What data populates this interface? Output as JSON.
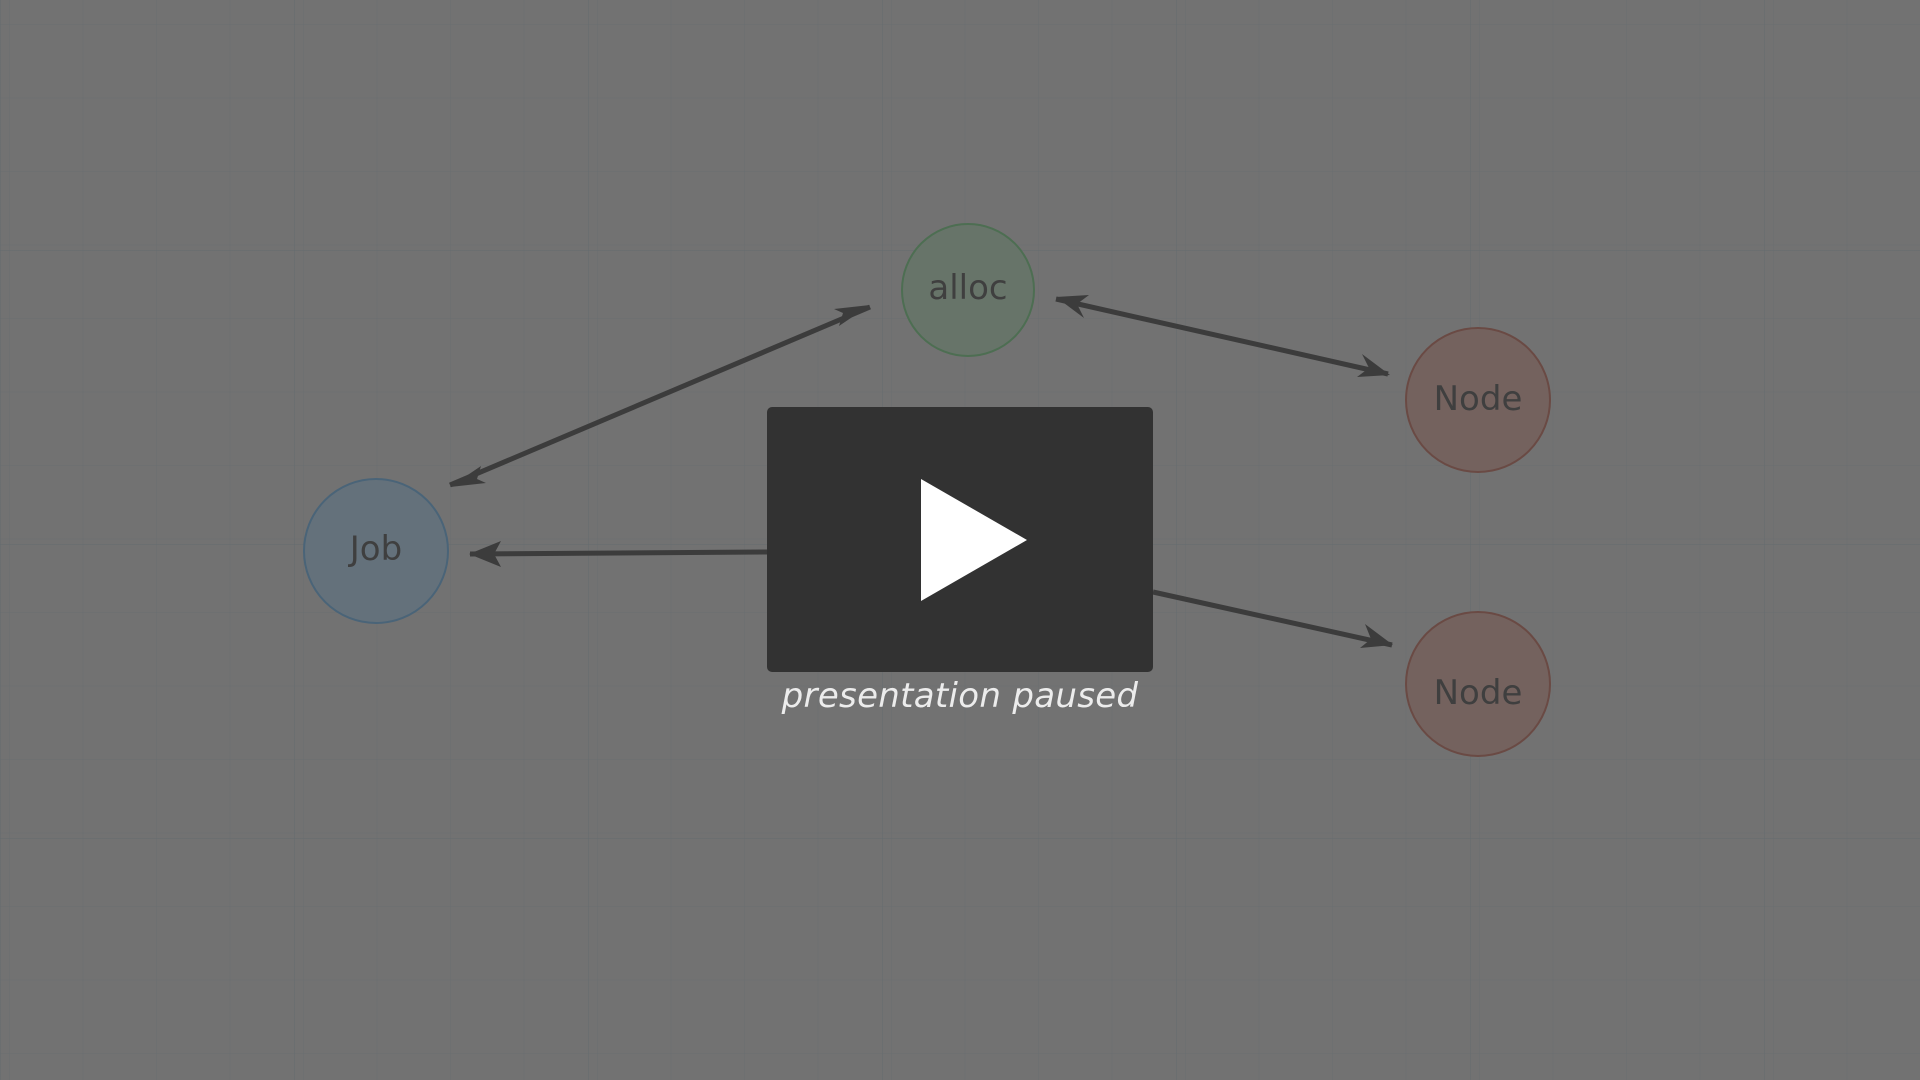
{
  "nodes": {
    "job": {
      "label": "Job",
      "fill": "#64717b",
      "stroke": "#4a6478"
    },
    "alloc": {
      "label": "alloc",
      "fill": "#677469",
      "stroke": "#4d6e52"
    },
    "node_top": {
      "label": "Node",
      "fill": "#74625e",
      "stroke": "#6a4a44"
    },
    "node_bottom": {
      "label": "Node",
      "fill": "#74625e",
      "stroke": "#6a4a44"
    }
  },
  "edge_color": "#3c3c3c",
  "overlay": {
    "state": "paused",
    "caption": "presentation paused",
    "icon": "play-icon"
  }
}
